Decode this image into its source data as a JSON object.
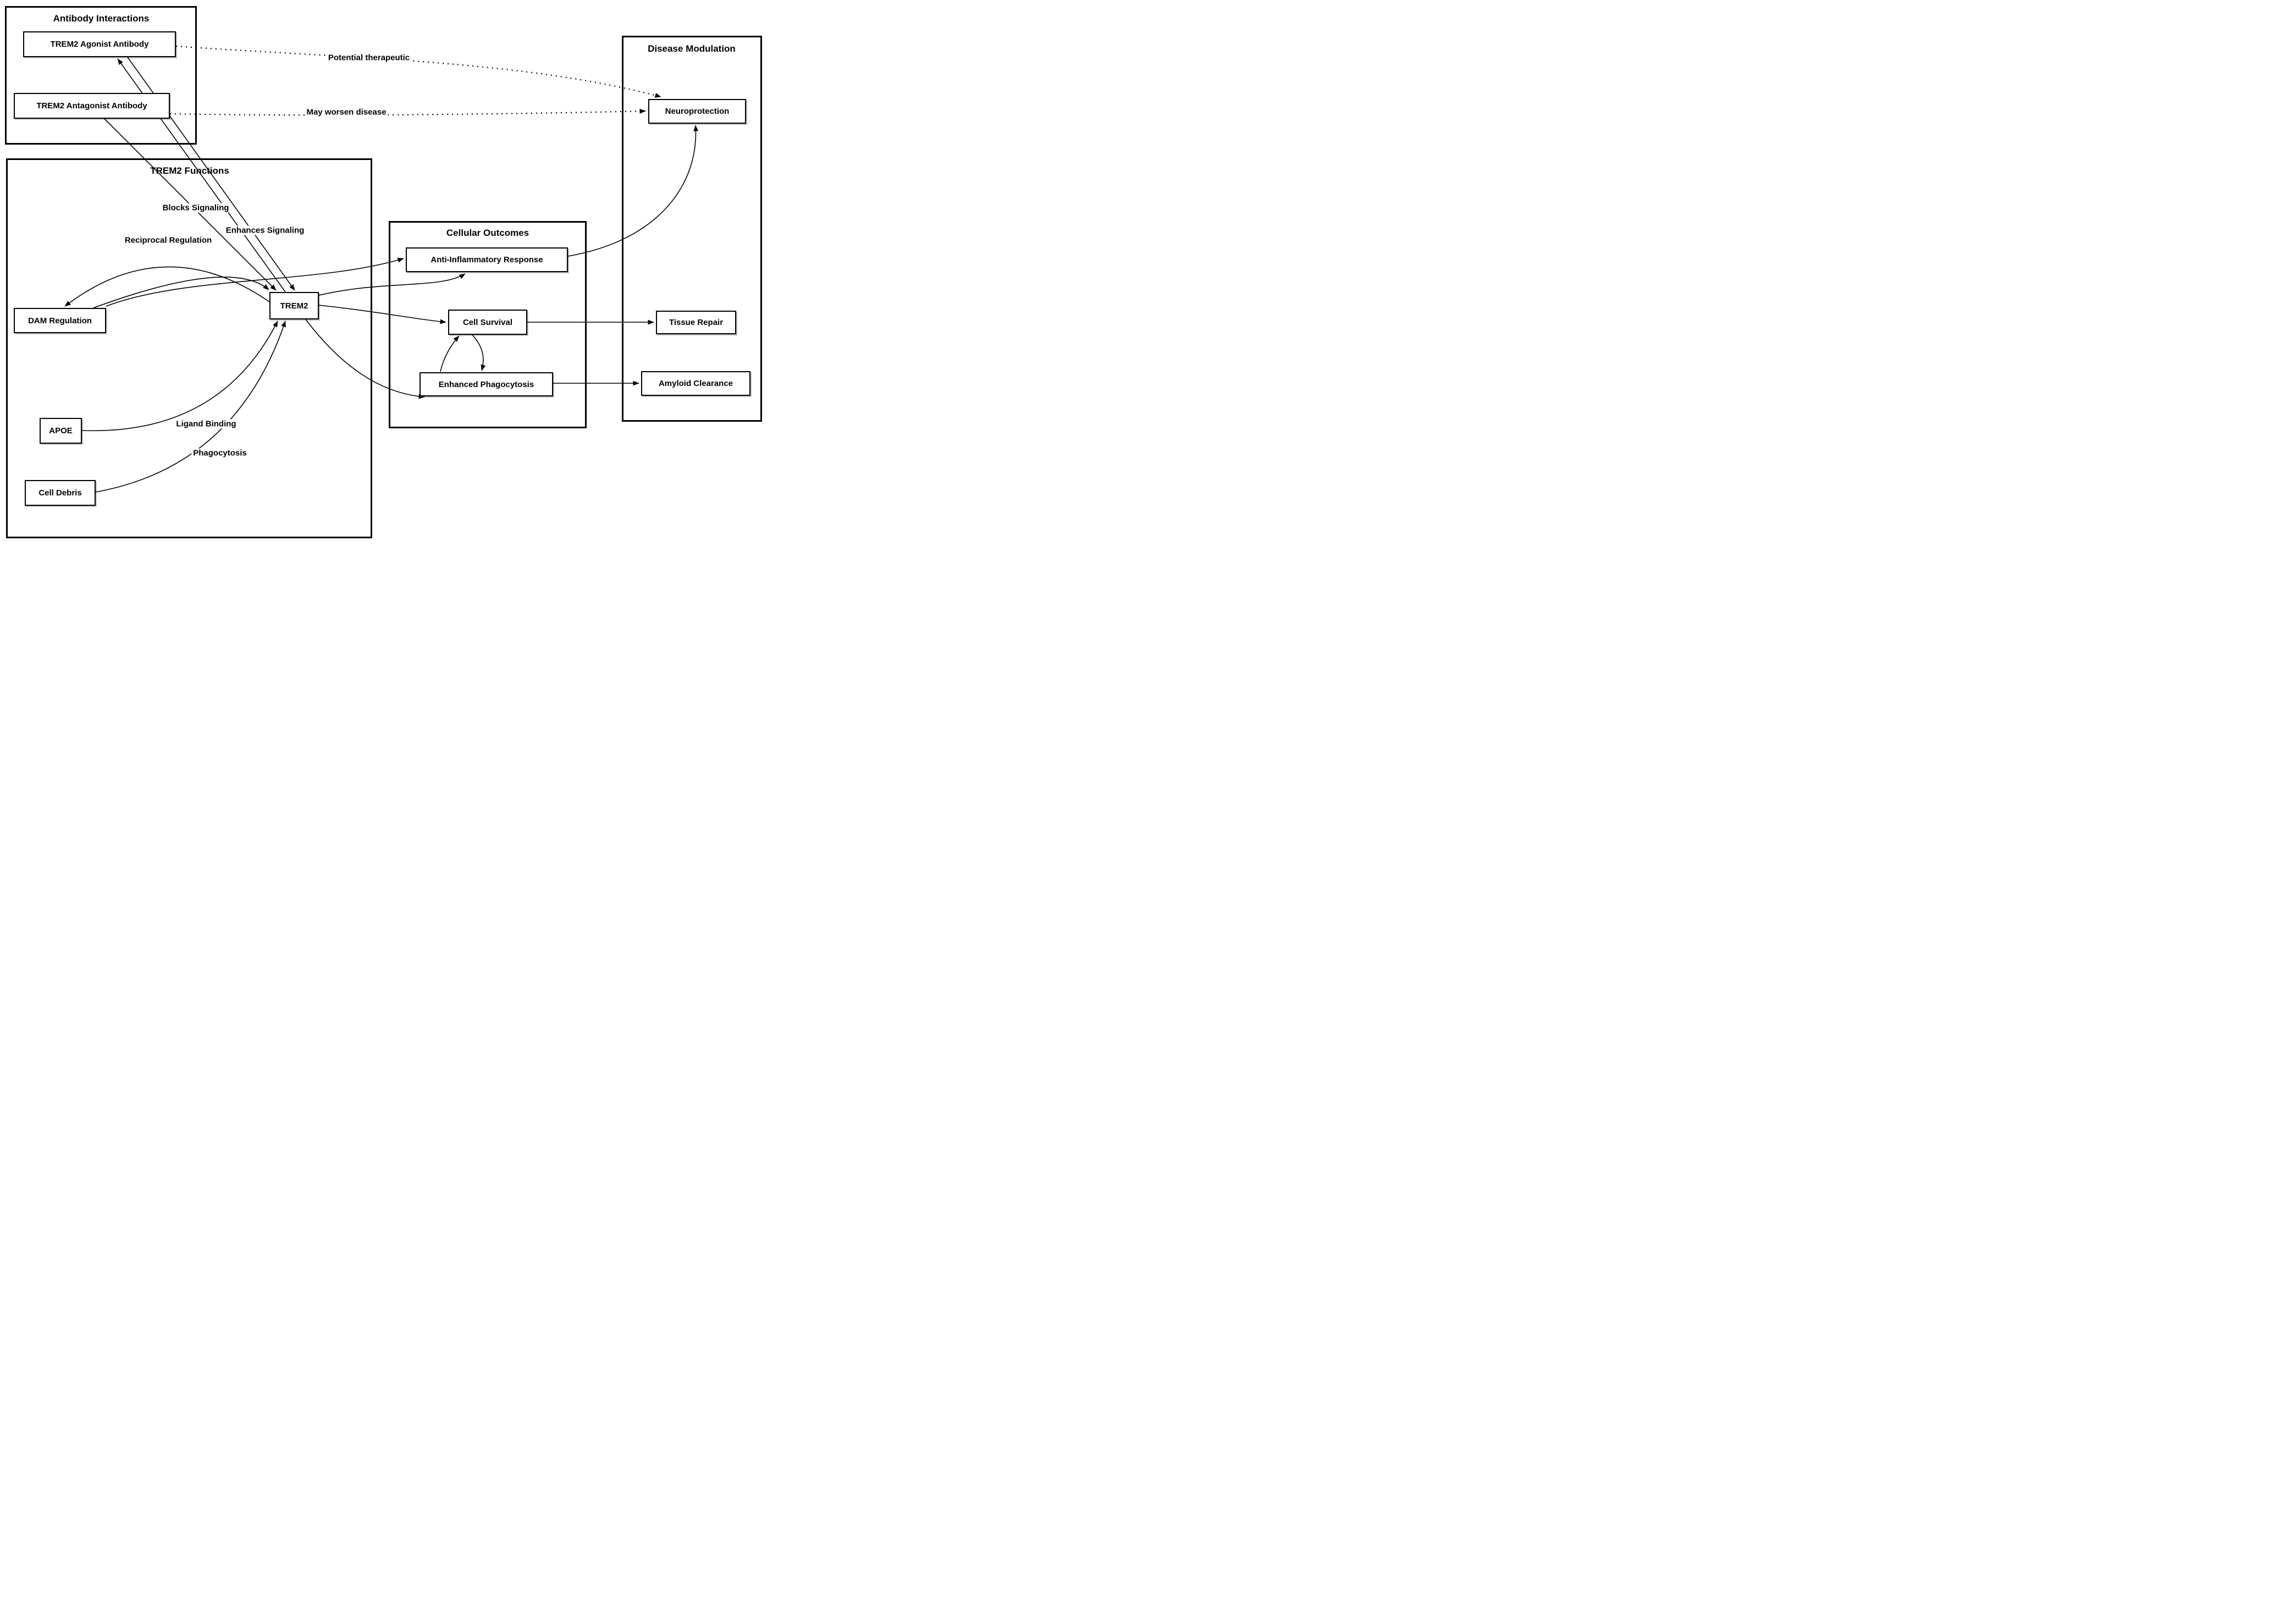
{
  "diagram": {
    "background_color": "#ffffff",
    "line_color": "#000000",
    "groups": [
      {
        "id": "antibody",
        "title": "Antibody Interactions"
      },
      {
        "id": "functions",
        "title": "TREM2 Functions"
      },
      {
        "id": "outcomes",
        "title": "Cellular Outcomes"
      },
      {
        "id": "disease",
        "title": "Disease Modulation"
      }
    ],
    "nodes": [
      {
        "id": "agonist",
        "label": "TREM2 Agonist Antibody",
        "group": "antibody"
      },
      {
        "id": "antagonist",
        "label": "TREM2 Antagonist Antibody",
        "group": "antibody"
      },
      {
        "id": "dam",
        "label": "DAM Regulation",
        "group": "functions"
      },
      {
        "id": "trem2",
        "label": "TREM2",
        "group": "functions"
      },
      {
        "id": "apoe",
        "label": "APOE",
        "group": "functions"
      },
      {
        "id": "celldebris",
        "label": "Cell Debris",
        "group": "functions"
      },
      {
        "id": "air",
        "label": "Anti-Inflammatory Response",
        "group": "outcomes"
      },
      {
        "id": "cellsurvival",
        "label": "Cell Survival",
        "group": "outcomes"
      },
      {
        "id": "ep",
        "label": "Enhanced Phagocytosis",
        "group": "outcomes"
      },
      {
        "id": "neuro",
        "label": "Neuroprotection",
        "group": "disease"
      },
      {
        "id": "tissue",
        "label": "Tissue Repair",
        "group": "disease"
      },
      {
        "id": "amyloid",
        "label": "Amyloid Clearance",
        "group": "disease"
      }
    ],
    "edges": [
      {
        "id": "agonist-trem2",
        "from": "agonist",
        "to": "trem2",
        "label": "Enhances Signaling",
        "style": "solid"
      },
      {
        "id": "antagonist-trem2",
        "from": "antagonist",
        "to": "trem2",
        "label": "Blocks Signaling",
        "style": "solid"
      },
      {
        "id": "trem2-agonist",
        "from": "trem2",
        "to": "agonist",
        "label": "",
        "style": "solid"
      },
      {
        "id": "agonist-neuro",
        "from": "agonist",
        "to": "neuro",
        "label": "Potential therapeutic",
        "style": "dotted"
      },
      {
        "id": "antagonist-neuro",
        "from": "antagonist",
        "to": "neuro",
        "label": "May worsen disease",
        "style": "dotted"
      },
      {
        "id": "dam-trem2",
        "from": "dam",
        "to": "trem2",
        "label": "Reciprocal Regulation",
        "style": "solid"
      },
      {
        "id": "trem2-dam",
        "from": "trem2",
        "to": "dam",
        "label": "",
        "style": "solid"
      },
      {
        "id": "apoe-trem2",
        "from": "apoe",
        "to": "trem2",
        "label": "Ligand Binding",
        "style": "solid"
      },
      {
        "id": "celldebris-trem2",
        "from": "celldebris",
        "to": "trem2",
        "label": "Phagocytosis",
        "style": "solid"
      },
      {
        "id": "dam-air",
        "from": "dam",
        "to": "air",
        "label": "",
        "style": "solid"
      },
      {
        "id": "trem2-air",
        "from": "trem2",
        "to": "air",
        "label": "",
        "style": "solid"
      },
      {
        "id": "trem2-cs",
        "from": "trem2",
        "to": "cellsurvival",
        "label": "",
        "style": "solid"
      },
      {
        "id": "trem2-ep",
        "from": "trem2",
        "to": "ep",
        "label": "",
        "style": "solid"
      },
      {
        "id": "ep-cs",
        "from": "ep",
        "to": "cellsurvival",
        "label": "",
        "style": "solid"
      },
      {
        "id": "cs-ep",
        "from": "cellsurvival",
        "to": "ep",
        "label": "",
        "style": "solid"
      },
      {
        "id": "air-neuro",
        "from": "air",
        "to": "neuro",
        "label": "",
        "style": "solid"
      },
      {
        "id": "cs-tissue",
        "from": "cellsurvival",
        "to": "tissue",
        "label": "",
        "style": "solid"
      },
      {
        "id": "ep-amyloid",
        "from": "ep",
        "to": "amyloid",
        "label": "",
        "style": "solid"
      }
    ]
  }
}
